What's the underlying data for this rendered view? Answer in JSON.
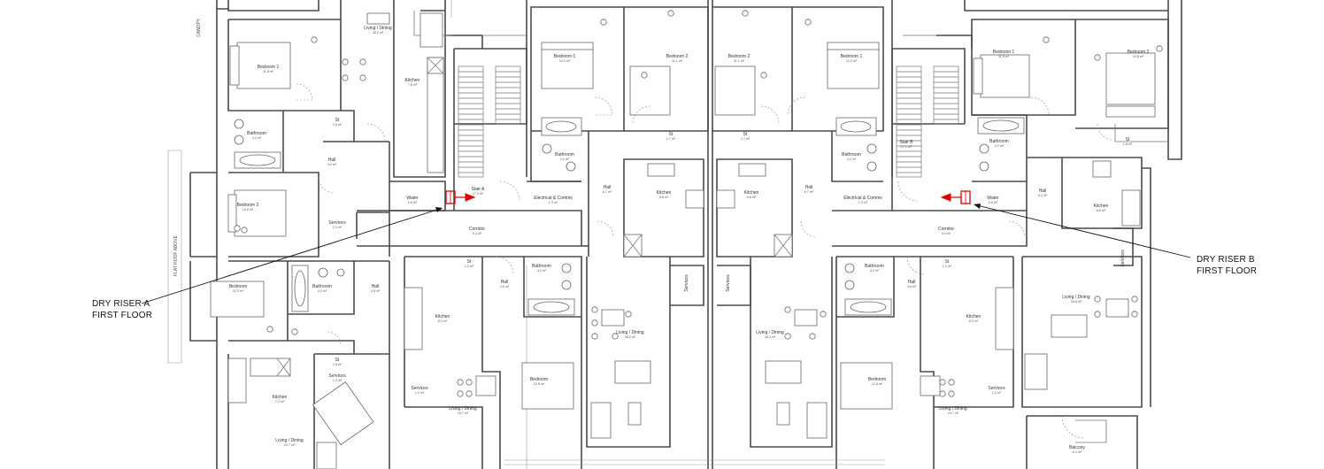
{
  "labels": {
    "canopy": "CANOPY",
    "flat_roof": "FLAT ROOF ABOVE"
  },
  "callouts": {
    "riser_a": {
      "line1": "DRY RISER A",
      "line2": "FIRST FLOOR"
    },
    "riser_b": {
      "line1": "DRY RISER B",
      "line2": "FIRST FLOOR"
    }
  },
  "rooms": {
    "living_dining_tl": {
      "name": "Living / Dining",
      "area": "28.2 m²"
    },
    "bedroom1_tl": {
      "name": "Bedroom 1",
      "area": "11.8 m²"
    },
    "kitchen_tl": {
      "name": "Kitchen",
      "area": "7.8 m²"
    },
    "st_tl": {
      "name": "St",
      "area": "1.8 m²"
    },
    "bathroom_tl": {
      "name": "Bathroom",
      "area": "4.2 m²"
    },
    "hall_tl": {
      "name": "Hall",
      "area": "4.9 m²"
    },
    "bedroom2_tl": {
      "name": "Bedroom 2",
      "area": "10.8 m²"
    },
    "services_tl": {
      "name": "Services",
      "area": "1.2 m²"
    },
    "bedroom_ml": {
      "name": "Bedroom",
      "area": "12.2 m²"
    },
    "bathroom_ml": {
      "name": "Bathroom",
      "area": "4.2 m²"
    },
    "hall_ml": {
      "name": "Hall",
      "area": "4.8 m²"
    },
    "st_ml": {
      "name": "St",
      "area": "1.8 m²"
    },
    "services_ml": {
      "name": "Services",
      "area": "1.2 m²"
    },
    "kitchen_ml": {
      "name": "Kitchen",
      "area": "7.2 m²"
    },
    "living_ml": {
      "name": "Living / Dining",
      "area": "24.7 m²"
    },
    "water_a": {
      "name": "Water",
      "area": "0.8 m²"
    },
    "stair_a": {
      "name": "Stair A",
      "area": "17.2 m²"
    },
    "corridor_a": {
      "name": "Corridor",
      "area": "9.4 m²"
    },
    "bedroom1_c1": {
      "name": "Bedroom 1",
      "area": "12.2 m²"
    },
    "bedroom2_c1": {
      "name": "Bedroom 2",
      "area": "11.1 m²"
    },
    "bathroom_c1": {
      "name": "Bathroom",
      "area": "4.2 m²"
    },
    "st_c1": {
      "name": "St",
      "area": "1.7 m²"
    },
    "hall_c1": {
      "name": "Hall",
      "area": "6.7 m²"
    },
    "kitchen_c1": {
      "name": "Kitchen",
      "area": "8.8 m²"
    },
    "comms_c1": {
      "name": "Electrical & Comms",
      "area": "1.3 m²"
    },
    "st_c1b": {
      "name": "St",
      "area": "1.2 m²"
    },
    "kitchen_c1b": {
      "name": "Kitchen",
      "area": "8.0 m²"
    },
    "bathroom_c1b": {
      "name": "Bathroom",
      "area": "4.2 m²"
    },
    "hall_c1b": {
      "name": "Hall",
      "area": "4.6 m²"
    },
    "services_c1b": {
      "name": "Services",
      "area": "1.2 m²"
    },
    "living_c1b": {
      "name": "Living / Dining",
      "area": "24.7 m²"
    },
    "bedroom_c1b": {
      "name": "Bedroom",
      "area": "12.8 m²"
    },
    "living_c1c": {
      "name": "Living / Dining",
      "area": "28.2 m²"
    },
    "services_c1c": {
      "name": "Services",
      "area": "1.2 m²"
    },
    "bedroom2_c2": {
      "name": "Bedroom 2",
      "area": "11.1 m²"
    },
    "bedroom1_c2": {
      "name": "Bedroom 1",
      "area": "12.2 m²"
    },
    "st_c2": {
      "name": "St",
      "area": "1.7 m²"
    },
    "kitchen_c2": {
      "name": "Kitchen",
      "area": "8.8 m²"
    },
    "hall_c2": {
      "name": "Hall",
      "area": "6.7 m²"
    },
    "bathroom_c2": {
      "name": "Bathroom",
      "area": "4.2 m²"
    },
    "comms_c2": {
      "name": "Electrical & Comms",
      "area": "1.3 m²"
    },
    "services_c2": {
      "name": "Services",
      "area": "1.2 m²"
    },
    "living_c2": {
      "name": "Living / Dining",
      "area": "28.2 m²"
    },
    "corridor_b": {
      "name": "Corridor",
      "area": "9.4 m²"
    },
    "stair_b": {
      "name": "Stair B",
      "area": "17.2 m²"
    },
    "water_b": {
      "name": "Water",
      "area": "0.8 m²"
    },
    "bathroom_c2b": {
      "name": "Bathroom",
      "area": "4.2 m²"
    },
    "bedroom_c2b": {
      "name": "Bedroom",
      "area": "12.8 m²"
    },
    "st_c2b": {
      "name": "St",
      "area": "1.2 m²"
    },
    "kitchen_c2b": {
      "name": "Kitchen",
      "area": "8.0 m²"
    },
    "hall_c2b": {
      "name": "Hall",
      "area": "4.6 m²"
    },
    "services_c2b": {
      "name": "Services",
      "area": "1.2 m²"
    },
    "living_c2b": {
      "name": "Living / Dining",
      "area": "24.7 m²"
    },
    "bedroom1_r": {
      "name": "Bedroom 1",
      "area": "11.8 m²"
    },
    "bedroom2_r": {
      "name": "Bedroom 2",
      "area": "10.8 m²"
    },
    "bathroom_r": {
      "name": "Bathroom",
      "area": "4.2 m²"
    },
    "st_r": {
      "name": "St",
      "area": "1.8 m²"
    },
    "hall_r": {
      "name": "Hall",
      "area": "6.2 m²"
    },
    "kitchen_r": {
      "name": "Kitchen",
      "area": "8.8 m²"
    },
    "services_r": {
      "name": "Services",
      "area": "1.2 m²"
    },
    "living_r": {
      "name": "Living / Dining",
      "area": "26.6 m²"
    },
    "balcony_r": {
      "name": "Balcony",
      "area": "6.2 m²"
    }
  }
}
